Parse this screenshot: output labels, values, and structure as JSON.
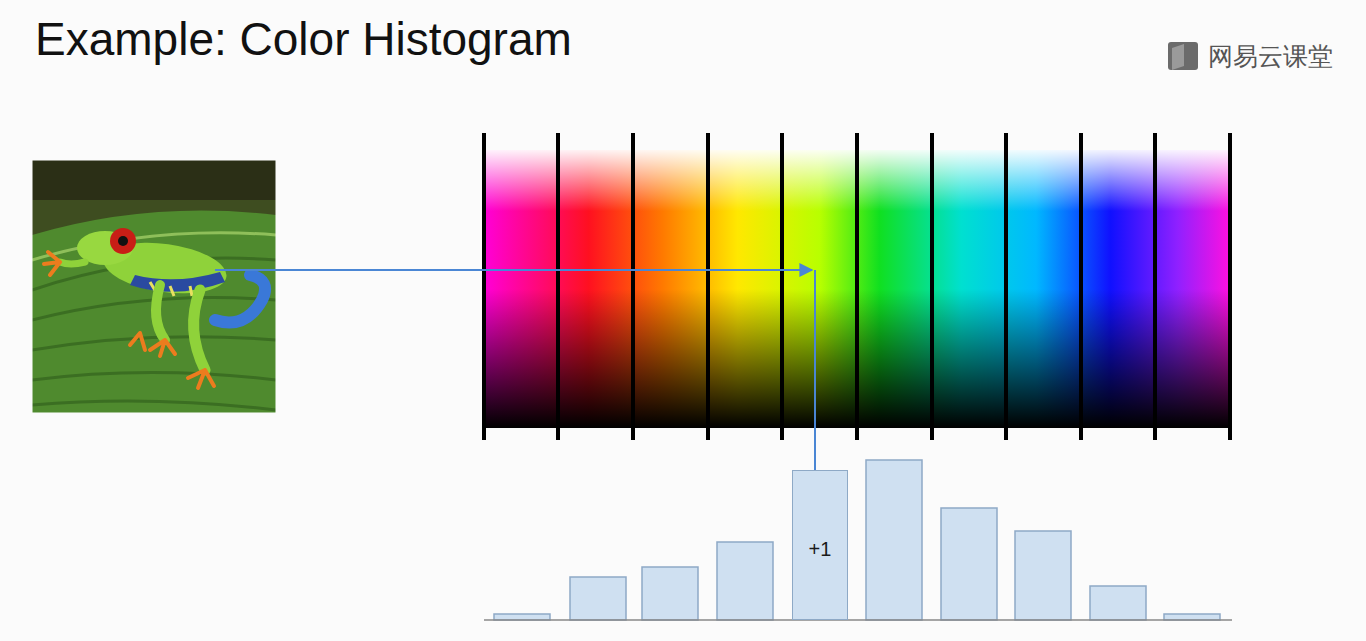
{
  "diagram": {
    "title": "Example: Color Histogram",
    "nodes": [
      {
        "text": [
          "+1"
        ]
      }
    ],
    "labels": [
      "网易云课堂"
    ]
  }
}
